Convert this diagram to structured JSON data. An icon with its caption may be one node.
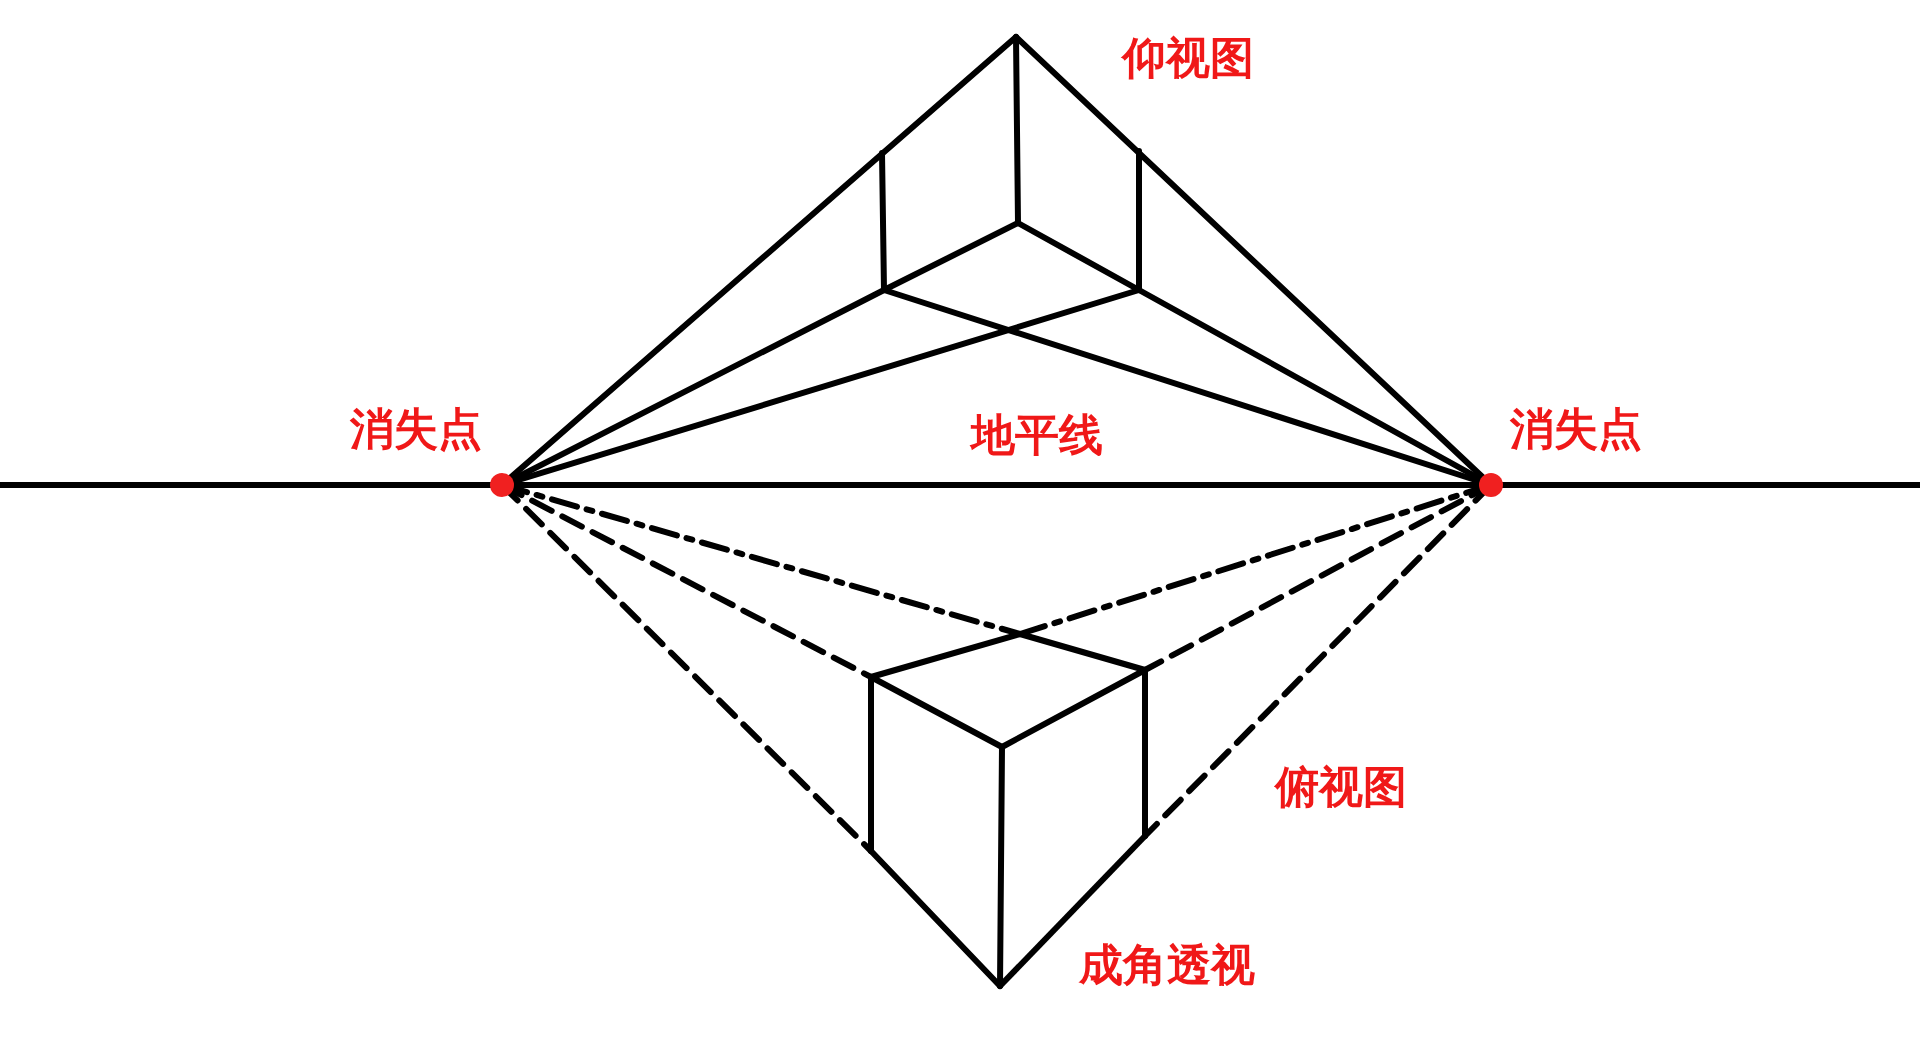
{
  "diagram": {
    "labels": [
      "仰视图",
      "消失点",
      "地平线",
      "消失点",
      "俯视图",
      "成角透视"
    ]
  }
}
